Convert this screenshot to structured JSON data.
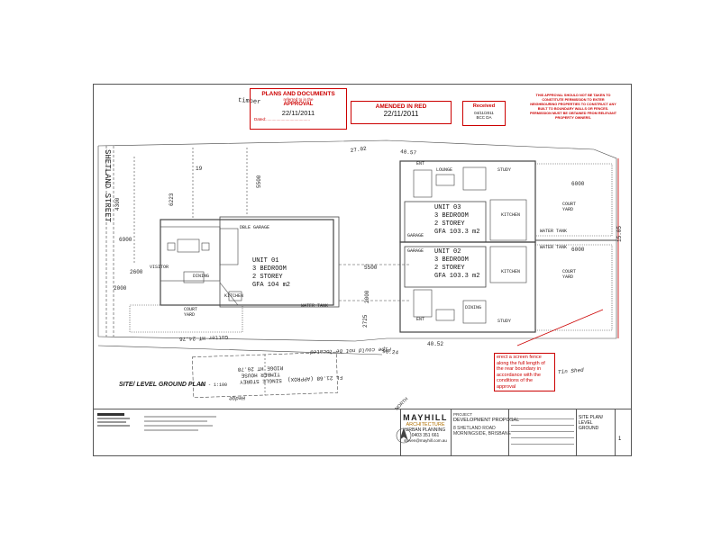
{
  "stamps": {
    "approval": {
      "title": "PLANS AND DOCUMENTS",
      "subtitle": "referred to in the",
      "word": "APPROVAL",
      "date": "22/11/2011",
      "dated_label": "Dated:......................................."
    },
    "amended": {
      "title": "AMENDED IN RED",
      "date": "22/11/2011"
    },
    "received": {
      "title": "Received",
      "date": "04/11/2011",
      "org": "BCC DA"
    },
    "notice": {
      "text": "THIS APPROVAL SHOULD NOT BE TAKEN TO CONSTITUTE PERMISSION TO ENTER NEIGHBOURING PROPERTIES TO CONSTRUCT ANY BUILT TO BOUNDARY WALLS OR FENCES. PERMISSION MUST BE OBTAINED FROM RELEVANT PROPERTY OWNERS."
    },
    "fence_note": {
      "text": "erect a screen fence along the full length of the rear boundary in accordance with the conditions of the approval"
    }
  },
  "plan": {
    "street": "SHETLAND STREET",
    "title": "SITE/ LEVEL GROUND PLAN",
    "title_scale": "A3 - 1:100",
    "timber_top": "timber",
    "dims": {
      "d_4300": "4300",
      "d_6223": "6223",
      "d_6900": "6900",
      "d_2600": "2600",
      "d_5500": "5500",
      "d_5500b": "5500",
      "d_2000": "2000",
      "d_2725": "2725",
      "d_2000b": "2000",
      "d_6000a": "6000",
      "d_6000b": "6000",
      "d_40_57": "40.57",
      "d_40_52": "40.52",
      "d_90_24": "90.24",
      "d_27_02": "27.02",
      "d_15_05": "15.05",
      "d_19": "19"
    },
    "rooms": {
      "visitor": "VISITOR",
      "dble_garage": "DBLE GARAGE",
      "dining": "DINING",
      "kitchen": "KITCHEN",
      "court_yard": "COURT YARD",
      "water_tank": "WATER TANK",
      "ent_a": "ENT",
      "ent_b": "ENT",
      "lounge_a": "LOUNGE",
      "study_a": "STUDY",
      "garage_a": "GARAGE",
      "garage_b": "GARAGE",
      "kitchen_b": "KITCHEN",
      "kitchen_c": "KITCHEN",
      "court_b": "COURT YARD",
      "court_c": "COURT YARD",
      "dining_b": "DINING",
      "study_b": "STUDY",
      "water_tank_b": "WATER TANK",
      "water_tank_c": "WATER TANK",
      "tin_shed": "Tin Shed"
    },
    "units": [
      {
        "name": "UNIT 01",
        "beds": "3 BEDROOM",
        "storey": "2 STOREY",
        "gfa": "GFA 104 m2"
      },
      {
        "name": "UNIT 03",
        "beds": "3 BEDROOM",
        "storey": "2 STOREY",
        "gfa": "GFA 103.3 m2"
      },
      {
        "name": "UNIT 02",
        "beds": "3 BEDROOM",
        "storey": "2 STOREY",
        "gfa": "GFA 103.3 m2"
      }
    ],
    "neighbour": {
      "line1": "SINGLE STOREY",
      "line2": "TIMBER HOUSE",
      "floor": "FL 21.68 (APPROX)",
      "gutter": "Gutter HT 24.76",
      "ridge": "RIDGE HT 26.78",
      "pipe": "Pipe could not be located",
      "hedge": "Hedge"
    },
    "north": "NORTH"
  },
  "title_block": {
    "firm_name": "MAYHILL",
    "firm_line1": "ARCHITECTURE",
    "firm_line2": "URBAN PLANNING",
    "phone": "0403 351 661",
    "email": "steven@mayhill.com.au",
    "project_label": "PROJECT",
    "project": "DEVELOPMENT PROPOSAL",
    "address1": "8 SHETLAND ROAD",
    "address2": "MORNINGSIDE, BRISBANE",
    "sheet_title": "SITE PLAN/ LEVEL GROUND",
    "sheet_no": "1"
  }
}
